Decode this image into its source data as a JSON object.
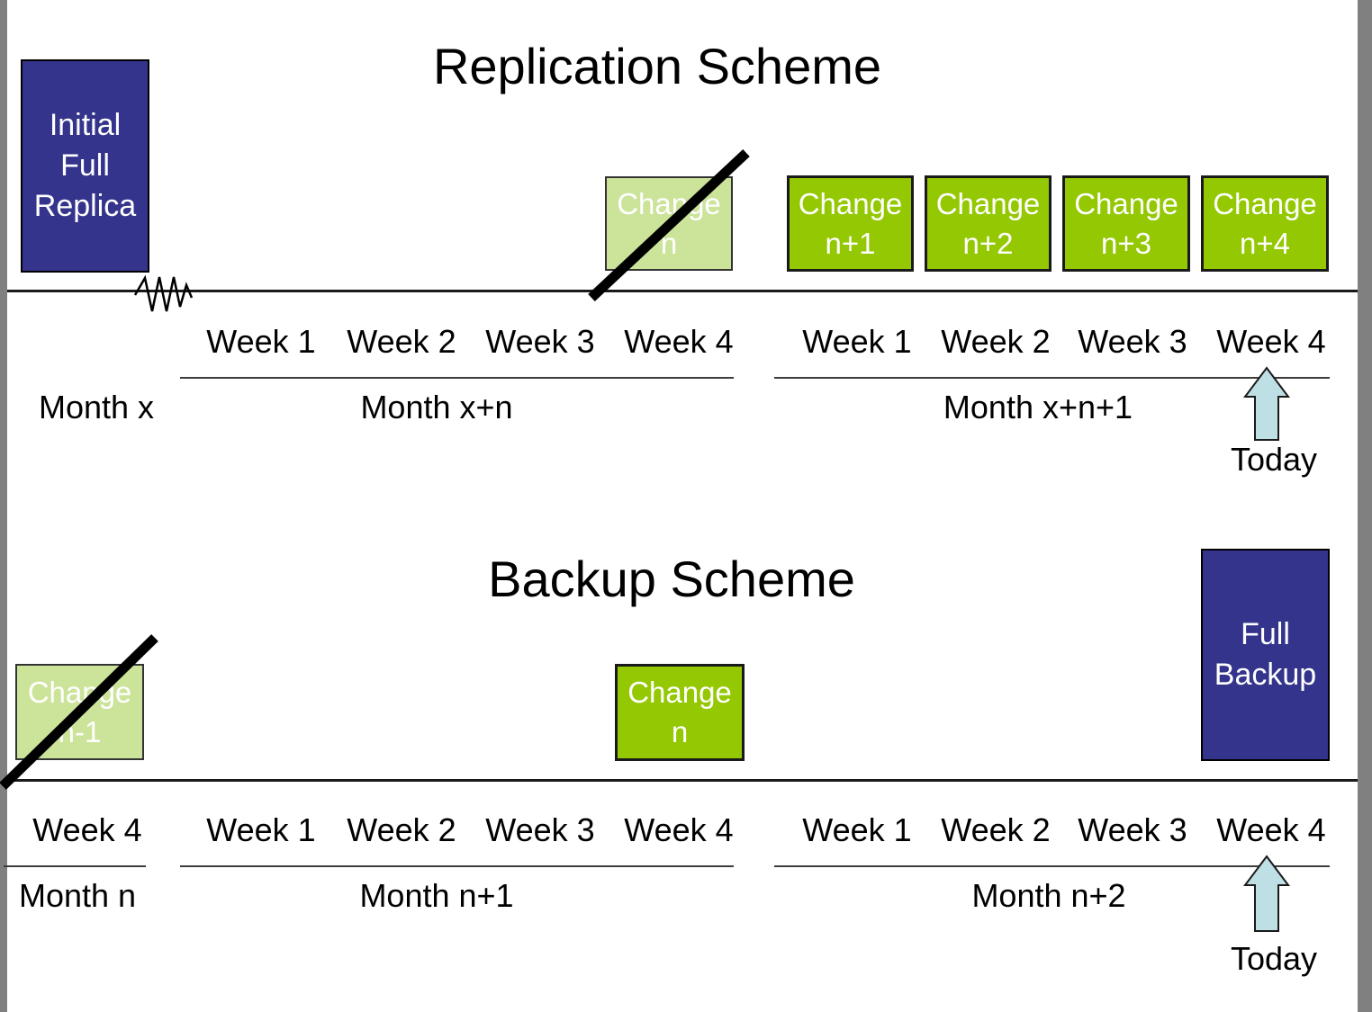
{
  "slide": {
    "replication": {
      "title": "Replication Scheme",
      "initial_replica": {
        "lines": [
          "Initial",
          "Full",
          "Replica"
        ]
      },
      "crossed_change": {
        "name": "Change",
        "suffix": "n"
      },
      "changes": [
        {
          "name": "Change",
          "suffix": "n+1"
        },
        {
          "name": "Change",
          "suffix": "n+2"
        },
        {
          "name": "Change",
          "suffix": "n+3"
        },
        {
          "name": "Change",
          "suffix": "n+4"
        }
      ],
      "months": [
        {
          "label": "Month x",
          "weeks": []
        },
        {
          "label": "Month x+n",
          "weeks": [
            "Week 1",
            "Week 2",
            "Week 3",
            "Week 4"
          ]
        },
        {
          "label": "Month x+n+1",
          "weeks": [
            "Week 1",
            "Week 2",
            "Week 3",
            "Week 4"
          ]
        }
      ],
      "today_label": "Today"
    },
    "backup": {
      "title": "Backup Scheme",
      "crossed_change": {
        "name": "Change",
        "suffix": "n-1"
      },
      "change": {
        "name": "Change",
        "suffix": "n"
      },
      "full_backup": {
        "lines": [
          "Full",
          "Backup"
        ]
      },
      "months": [
        {
          "label": "Month n",
          "weeks": [
            "Week 4"
          ]
        },
        {
          "label": "Month n+1",
          "weeks": [
            "Week 1",
            "Week 2",
            "Week 3",
            "Week 4"
          ]
        },
        {
          "label": "Month n+2",
          "weeks": [
            "Week 1",
            "Week 2",
            "Week 3",
            "Week 4"
          ]
        }
      ],
      "today_label": "Today"
    },
    "colors": {
      "dark_blue": "#34348C",
      "green": "#94C802",
      "light_green": "#CCE39A",
      "arrow_fill": "#BEDFE4",
      "edge_gray": "#808080"
    }
  }
}
